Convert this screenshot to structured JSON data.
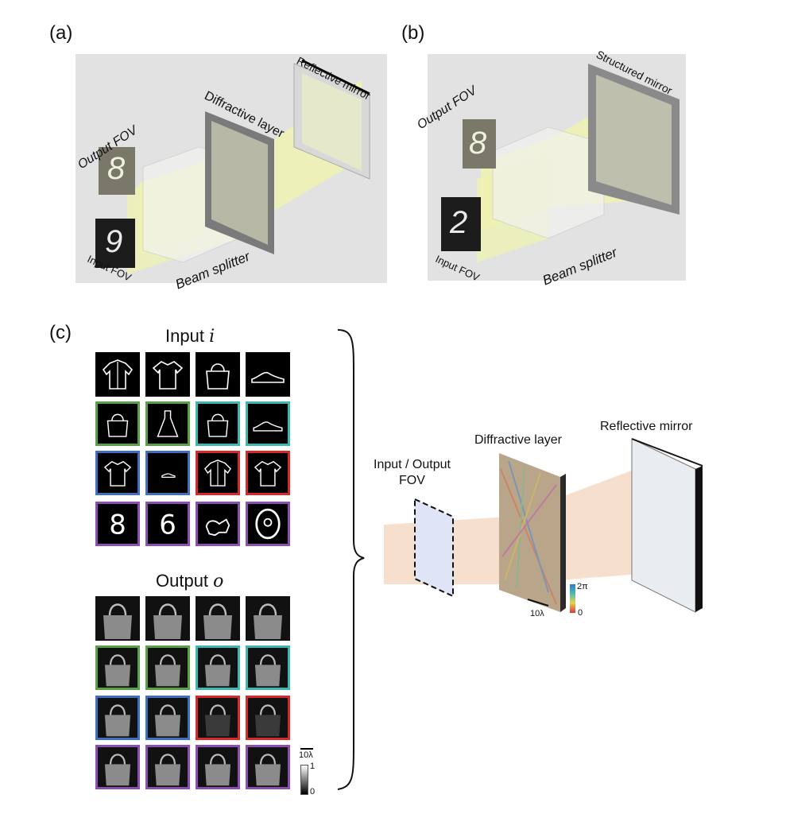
{
  "panels": {
    "a": {
      "letter": "(a)",
      "labels": {
        "reflective_mirror": "Reflective mirror",
        "diffractive_layer": "Diffractive layer",
        "output_fov": "Output FOV",
        "input_fov": "Input FOV",
        "beam_splitter": "Beam splitter"
      },
      "output_digit": "8",
      "input_digit": "9"
    },
    "b": {
      "letter": "(b)",
      "labels": {
        "structured_mirror": "Structured mirror",
        "output_fov": "Output FOV",
        "input_fov": "Input FOV",
        "beam_splitter": "Beam splitter"
      },
      "output_digit": "8",
      "input_digit": "2"
    },
    "c": {
      "letter": "(c)",
      "input_title": "Input",
      "input_symbol": "i",
      "output_title": "Output",
      "output_symbol": "o",
      "input_rows": [
        {
          "group": "none",
          "items": [
            "shirt",
            "tshirt",
            "bag",
            "sneaker"
          ]
        },
        {
          "group": "green/teal",
          "items": [
            "bag",
            "dress",
            "bag",
            "sneaker"
          ]
        },
        {
          "group": "blue/red",
          "items": [
            "tshirt",
            "sneaker-small",
            "shirt",
            "tshirt"
          ]
        },
        {
          "group": "purple",
          "items": [
            "8",
            "6",
            "cat",
            "face"
          ]
        }
      ],
      "output_scale_label": "10λ",
      "output_colorbar_max": "1",
      "output_colorbar_min": "0",
      "setup_labels": {
        "input_output_fov_line1": "Input / Output",
        "input_output_fov_line2": "FOV",
        "diffractive_layer": "Diffractive layer",
        "reflective_mirror": "Reflective mirror",
        "phase_max": "2π",
        "phase_min": "0",
        "scale": "10λ"
      }
    }
  },
  "colors": {
    "green": "#5aa04a",
    "teal": "#3fb6b0",
    "blue": "#3f6fc0",
    "red": "#d62a2a",
    "purple": "#8a4fb0",
    "beam": "#f6d9c4",
    "fov": "#dfe4f7",
    "yellow_beam": "#eef2b0"
  }
}
